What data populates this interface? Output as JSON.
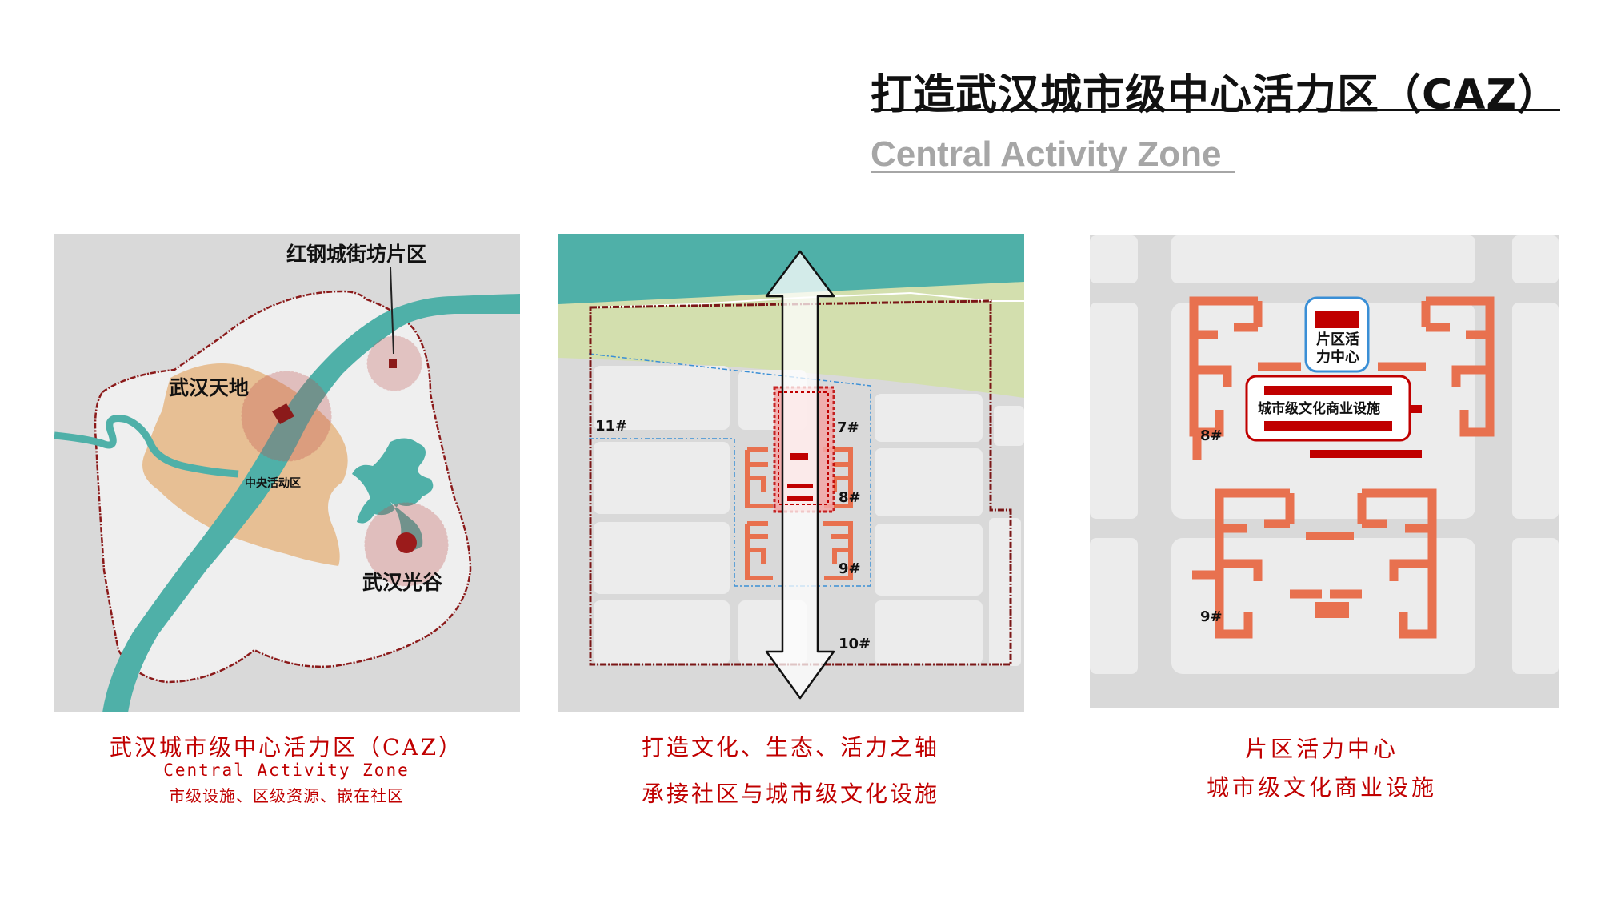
{
  "header": {
    "title": "打造武汉城市级中心活力区（CAZ）",
    "subtitle": "Central Activity Zone"
  },
  "panel1": {
    "label_hongang": "红钢城街坊片区",
    "label_tiandi": "武汉天地",
    "label_center": "中央活动区",
    "label_guanggu": "武汉光谷",
    "caption_title": "武汉城市级中心活力区（CAZ）",
    "caption_en": "Central Activity Zone",
    "caption_desc": "市级设施、区级资源、嵌在社区"
  },
  "panel2": {
    "plot_11": "11#",
    "plot_7": "7#",
    "plot_8": "8#",
    "plot_9": "9#",
    "plot_10": "10#",
    "caption_line1": "打造文化、生态、活力之轴",
    "caption_line2": "承接社区与城市级文化设施"
  },
  "panel3": {
    "plot_8": "8#",
    "plot_9": "9#",
    "box_district_line1": "片区活",
    "box_district_line2": "力中心",
    "box_city": "城市级文化商业设施",
    "caption_line1": "片区活力中心",
    "caption_line2": "城市级文化商业设施"
  },
  "colors": {
    "river": "#4fb0a8",
    "caz_fill": "#e6b98a",
    "boundary": "#8b1a1a",
    "accent_red": "#c00000",
    "building_orange": "#e8714f",
    "green_belt": "#d3dfae",
    "blue_outline": "#3a8fd6"
  }
}
